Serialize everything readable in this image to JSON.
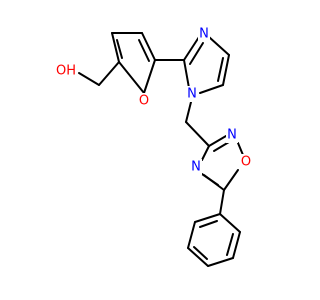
{
  "atom_labels": {
    "hydroxyl": "OH",
    "furan_oxygen": "O",
    "imidazole_n3": "N",
    "imidazole_n1": "N",
    "oxadiazole_n2": "N",
    "oxadiazole_n4": "N",
    "oxadiazole_o1": "O"
  },
  "colors": {
    "bond": "#000000",
    "oxygen": "#ff0000",
    "nitrogen": "#0000ff",
    "background": "#ffffff"
  }
}
